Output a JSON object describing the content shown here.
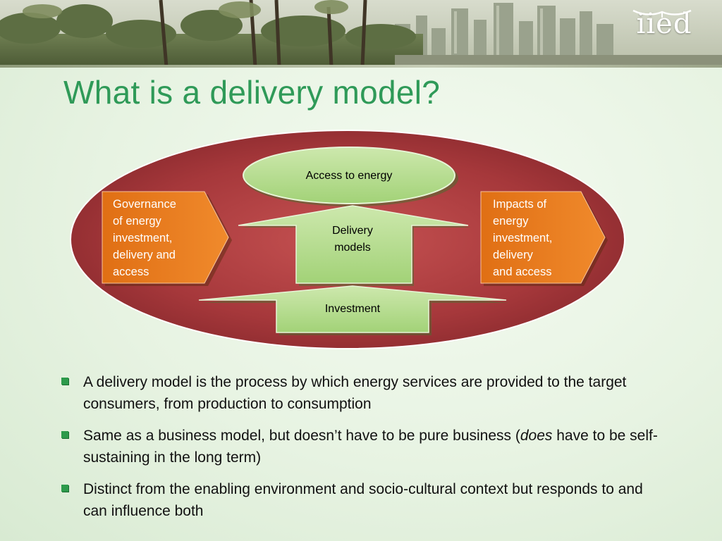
{
  "header": {
    "logo_text": "iied",
    "logo_icon": "open-book-icon"
  },
  "slide": {
    "title": "What is a delivery model?"
  },
  "diagram": {
    "access": "Access to energy",
    "delivery_line1": "Delivery",
    "delivery_line2": "models",
    "investment": "Investment",
    "governance_lines": [
      "Governance",
      "of energy",
      "investment,",
      "delivery and",
      "access"
    ],
    "impacts_lines": [
      "Impacts of",
      "energy",
      "investment,",
      "delivery",
      "and access"
    ],
    "colors": {
      "ellipse": "#a33a3c",
      "green_shape": "#b7dc8f",
      "orange_arrow": "#e3731a"
    }
  },
  "bullets": [
    {
      "text": "A delivery model is the process by which energy services are provided to the target consumers, from production to consumption"
    },
    {
      "before": "Same as a business model, but doesn’t have to be pure business (",
      "emph": "does",
      "after": " have to be self-sustaining in the long term)"
    },
    {
      "text": "Distinct from the enabling environment and socio-cultural context but responds to and can influence both"
    }
  ]
}
